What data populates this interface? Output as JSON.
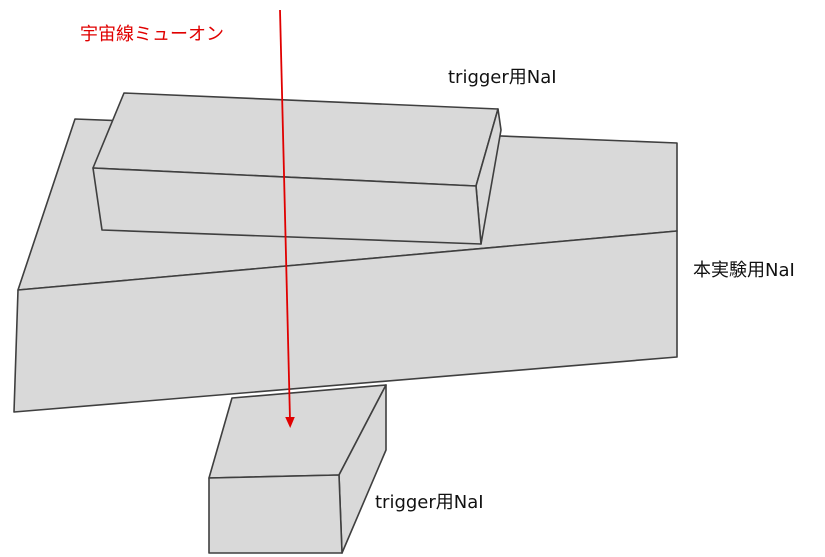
{
  "colors": {
    "block_fill": "#d9d9d9",
    "block_stroke": "#3f3f3f",
    "muon_color": "#e00000",
    "label_color": "#111111"
  },
  "labels": {
    "muon": "宇宙線ミューオン",
    "top_trigger": "trigger用NaI",
    "main_detector": "本実験用NaI",
    "bottom_trigger": "trigger用NaI"
  }
}
